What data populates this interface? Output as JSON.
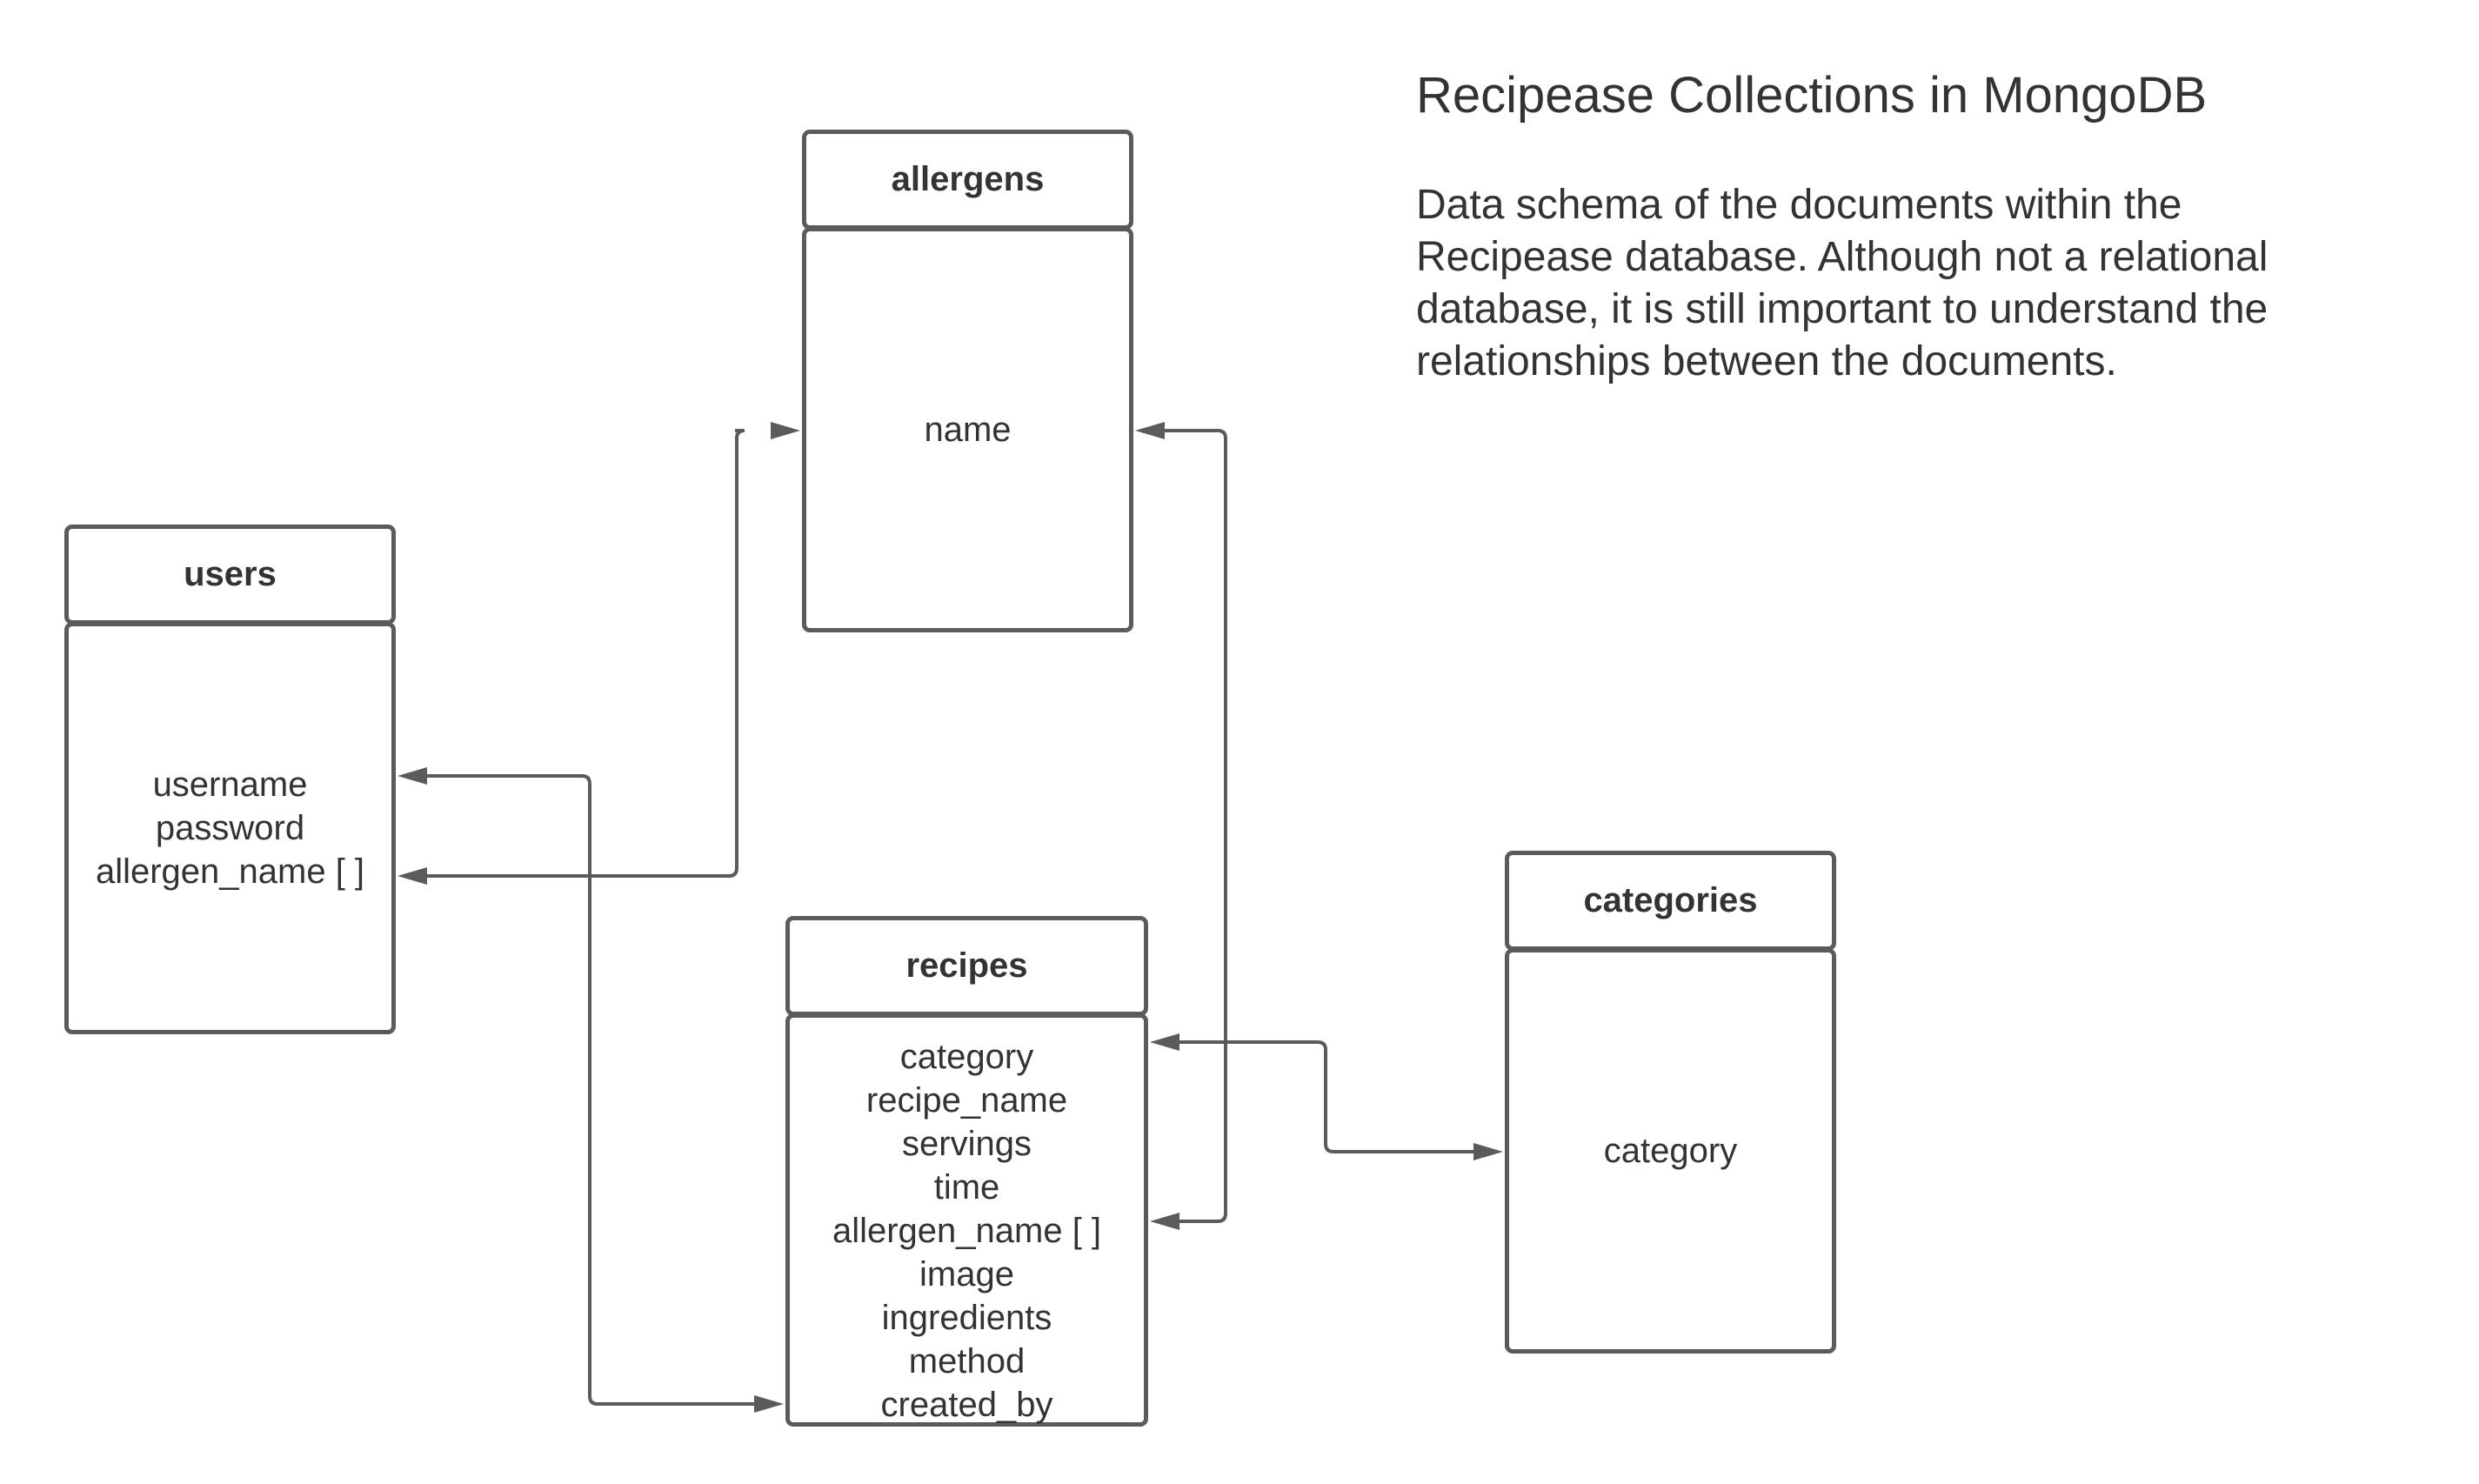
{
  "title": "Recipease Collections in MongoDB",
  "description": "Data schema of the documents within the Recipease database. Although not a relational database, it is still important to understand the relationships between the documents.",
  "colors": {
    "line": "#5b5b5b",
    "text": "#333333",
    "background": "#ffffff"
  },
  "collections": {
    "users": {
      "name": "users",
      "fields": [
        "username",
        "password",
        "allergen_name [ ]"
      ]
    },
    "allergens": {
      "name": "allergens",
      "fields": [
        "name"
      ]
    },
    "recipes": {
      "name": "recipes",
      "fields": [
        "category",
        "recipe_name",
        "servings",
        "time",
        "allergen_name [ ]",
        "image",
        "ingredients",
        "method",
        "created_by"
      ]
    },
    "categories": {
      "name": "categories",
      "fields": [
        "category"
      ]
    }
  },
  "relationships": [
    {
      "from": "users.allergen_name [ ]",
      "to": "allergens.name"
    },
    {
      "from": "users.username",
      "to": "recipes.created_by"
    },
    {
      "from": "recipes.allergen_name [ ]",
      "to": "allergens.name"
    },
    {
      "from": "recipes.category",
      "to": "categories.category"
    }
  ]
}
